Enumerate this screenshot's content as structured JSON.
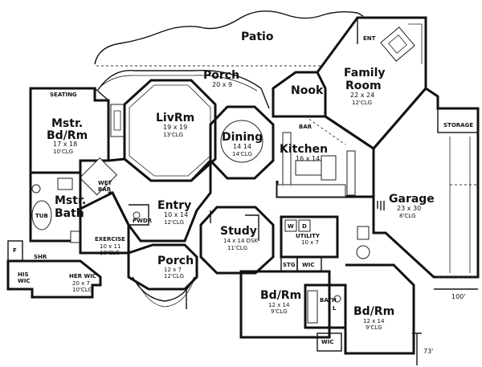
{
  "labels": {
    "patio": "Patio",
    "ent": "ENT",
    "porch_rear": "Porch",
    "porch_rear_dim": "20 x 9",
    "family_room": "Family",
    "family_room_2": "Room",
    "family_room_dim": "22 x 24",
    "family_room_clg": "12'CLG",
    "nook": "Nook",
    "seating": "SEATING",
    "master_bedroom": "Mstr.",
    "master_bedroom_2": "Bd/Rm",
    "master_bedroom_dim": "17 x 18",
    "master_bedroom_clg": "10'CLG",
    "living_room": "LivRm",
    "living_room_dim": "19 x 19",
    "living_room_clg": "13'CLG",
    "dining": "Dining",
    "dining_dim": "14 14",
    "dining_clg": "14'CLG",
    "bar": "BAR",
    "kitchen": "Kitchen",
    "kitchen_dim": "16 x 14",
    "storage": "STORAGE",
    "wet_bar": "WET",
    "wet_bar_2": "BAR",
    "master_bath": "Mstr.",
    "master_bath_2": "Bath",
    "tub": "TUB",
    "entry": "Entry",
    "entry_dim": "10 x 14",
    "entry_clg": "12'CLG",
    "pwdr": "PWDR",
    "garage": "Garage",
    "garage_dim": "23 x 30",
    "garage_clg": "8'CLG",
    "study": "Study",
    "study_dim": "14 x 14 DSK",
    "study_clg": "11'CLG",
    "exercise": "EXERCISE",
    "exercise_dim": "10 x 11",
    "exercise_clg": "10'CLG",
    "w": "W",
    "d": "D",
    "utility": "UTILITY",
    "utility_dim": "10 x 7",
    "f": "F",
    "shr": "SHR",
    "her_wic": "HER WIC",
    "her_wic_dim": "20 x 7",
    "her_wic_clg": "10'CLG",
    "his": "HIS",
    "wic": "WIC",
    "porch_front": "Porch",
    "porch_front_dim": "12 x 7",
    "porch_front_clg": "12'CLG",
    "stg": "STG",
    "wic_b2": "WIC",
    "bed2": "Bd/Rm",
    "bed2_dim": "12 x 14",
    "bed2_clg": "9'CLG",
    "bath": "BATH",
    "l": "L",
    "bed3": "Bd/Rm",
    "bed3_dim": "12 x 14",
    "bed3_clg": "9'CLG",
    "wic_b3": "WIC",
    "width_dim": "100'",
    "depth_dim": "73'"
  }
}
